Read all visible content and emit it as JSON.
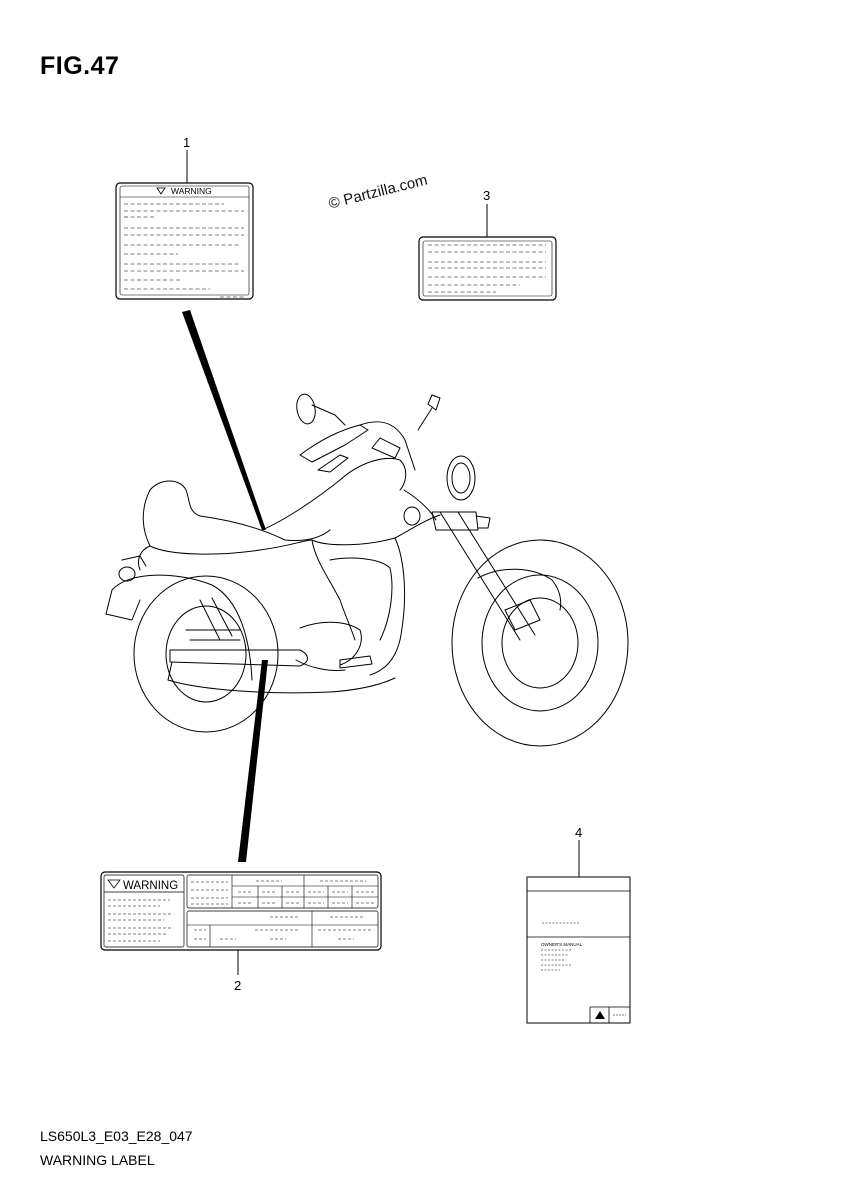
{
  "figure": {
    "title": "FIG.47",
    "watermark": "© Partzilla.com"
  },
  "parts": [
    {
      "number": "1"
    },
    {
      "number": "2"
    },
    {
      "number": "3"
    },
    {
      "number": "4"
    }
  ],
  "labels": {
    "label1_heading": "WARNING",
    "label2_heading": "WARNING",
    "manual_title": "OWNER'S MANUAL"
  },
  "footer": {
    "code": "LS650L3_E03_E28_047",
    "title": "WARNING LABEL"
  }
}
